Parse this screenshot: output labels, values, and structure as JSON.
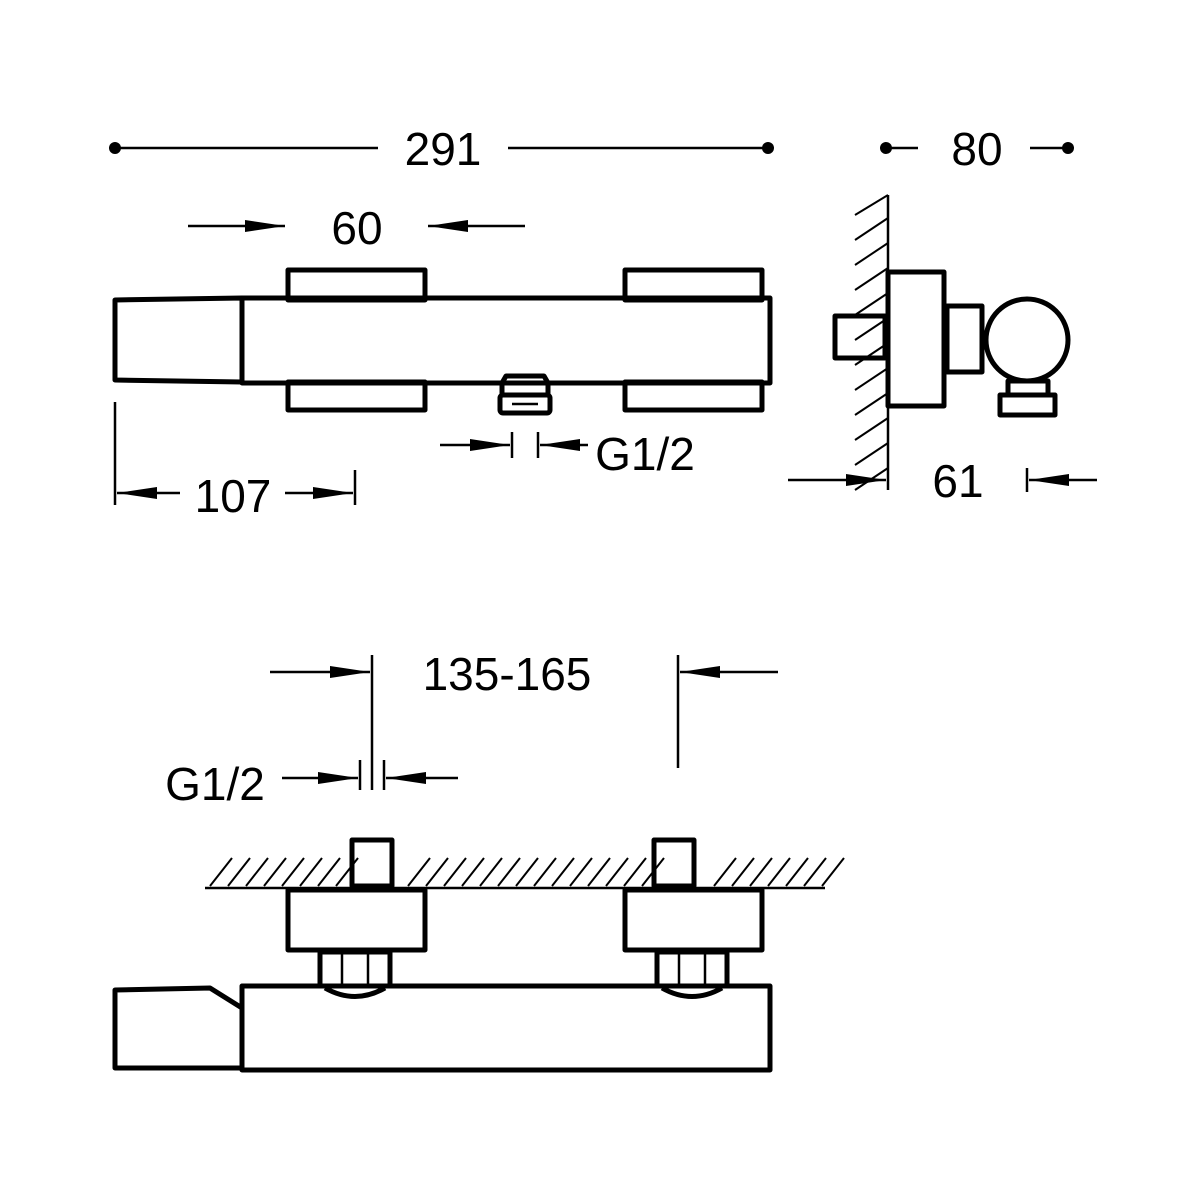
{
  "drawing": {
    "front_view": {
      "overall_length": "291",
      "handle_width": "60",
      "cap_length": "107",
      "outlet_thread": "G1/2"
    },
    "side_view": {
      "overall_depth": "80",
      "wall_to_outlet": "61"
    },
    "top_view": {
      "inlet_spacing": "135-165",
      "inlet_thread": "G1/2"
    },
    "line_color": "#000000",
    "background_color": "#ffffff"
  }
}
